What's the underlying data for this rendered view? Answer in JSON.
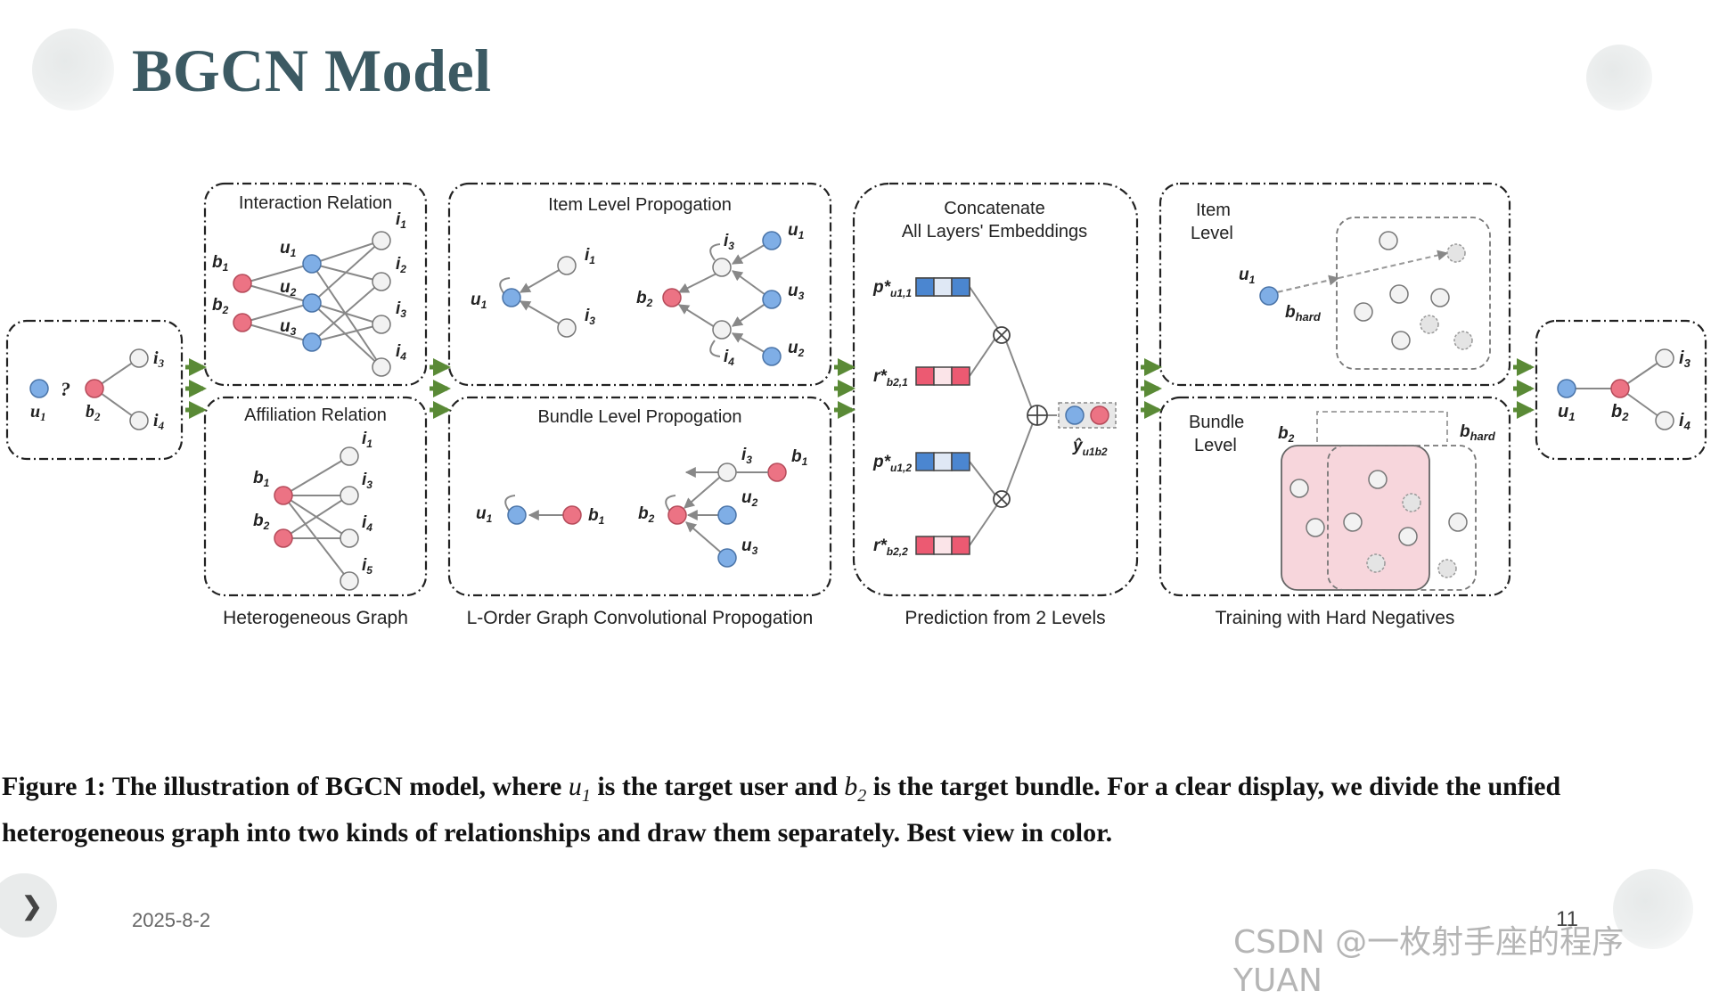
{
  "title": "BGCN Model",
  "panels": {
    "input": {
      "nodes": {
        "u": "u",
        "u_sub": "1",
        "b": "b",
        "b_sub": "2",
        "i3": "i",
        "i3_sub": "3",
        "i4": "i",
        "i4_sub": "4"
      },
      "question": "?"
    },
    "interaction": {
      "title": "Interaction Relation"
    },
    "affiliation": {
      "title": "Affiliation Relation"
    },
    "hetero": {
      "caption": "Heterogeneous Graph"
    },
    "item_prop": {
      "title": "Item Level Propogation"
    },
    "bundle_prop": {
      "title": "Bundle Level Propogation"
    },
    "conv": {
      "caption": "L-Order Graph Convolutional Propogation"
    },
    "concat": {
      "title_line1": "Concatenate",
      "title_line2": "All Layers' Embeddings",
      "emb1": "p*",
      "emb1_sub": "u1,1",
      "emb2": "r*",
      "emb2_sub": "b2,1",
      "emb3": "p*",
      "emb3_sub": "u1,2",
      "emb4": "r*",
      "emb4_sub": "b2,2",
      "output": "ŷ",
      "output_sub": "u1b2"
    },
    "prediction": {
      "caption": "Prediction from 2 Levels"
    },
    "item_level": {
      "title_line1": "Item",
      "title_line2": "Level",
      "hard": "b",
      "hard_sub": "hard"
    },
    "bundle_level": {
      "title_line1": "Bundle",
      "title_line2": "Level",
      "hard": "b",
      "hard_sub": "hard"
    },
    "training": {
      "caption": "Training with Hard Negatives"
    }
  },
  "caption": {
    "prefix": "Figure 1: The illustration of BGCN model, where ",
    "u": "u",
    "u_sub": "1",
    "mid": " is the target user and ",
    "b": "b",
    "b_sub": "2",
    "suffix": " is the target bundle. For a clear display, we divide the unfied heterogeneous graph into two kinds of relationships and draw them separately. Best view in color."
  },
  "footer": {
    "date": "2025-8-2",
    "page": "11",
    "watermark": "CSDN @一枚射手座的程序YUAN"
  },
  "colors": {
    "user": "#7faee6",
    "bundle": "#ec7384",
    "item": "#f2f2f2",
    "title": "#3c5a63",
    "arrow": "#5a8a36"
  },
  "icons": {
    "nav": "chevron-right-icon"
  }
}
